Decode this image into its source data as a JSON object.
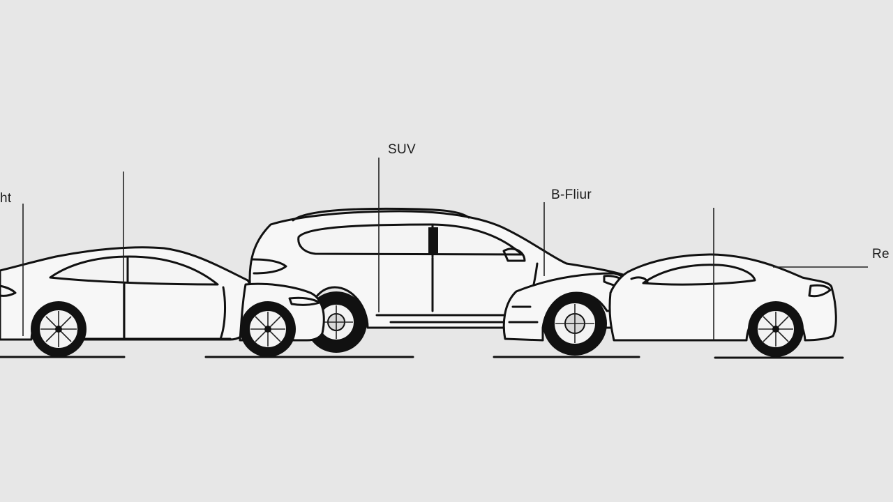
{
  "labels": {
    "left": "ht",
    "suv": "SUV",
    "pillar": "B-Fliur",
    "right": "Re"
  },
  "colors": {
    "background": "#e7e7e7",
    "line": "#111111",
    "car_fill": "#f7f7f7"
  }
}
